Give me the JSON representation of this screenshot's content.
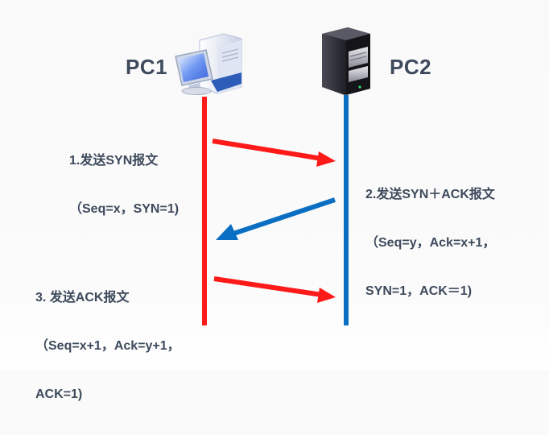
{
  "diagram": {
    "title": "TCP three-way handshake",
    "nodes": [
      {
        "id": "pc1",
        "label": "PC1",
        "icon": "desktop-computer-icon",
        "lifeline_color": "#ff1a1a"
      },
      {
        "id": "pc2",
        "label": "PC2",
        "icon": "server-tower-icon",
        "lifeline_color": "#0a6fc2"
      }
    ],
    "messages": [
      {
        "step": 1,
        "from": "pc1",
        "to": "pc2",
        "color": "#ff1a1a",
        "lines": [
          "1.发送SYN报文",
          "（Seq=x，SYN=1)"
        ]
      },
      {
        "step": 2,
        "from": "pc2",
        "to": "pc1",
        "color": "#0a6fc2",
        "lines": [
          "2.发送SYN＋ACK报文",
          "（Seq=y，Ack=x+1，",
          "SYN=1，ACK＝1)"
        ]
      },
      {
        "step": 3,
        "from": "pc1",
        "to": "pc2",
        "color": "#ff1a1a",
        "lines": [
          "3. 发送ACK报文",
          "（Seq=x+1，Ack=y+1，",
          "ACK=1)"
        ]
      }
    ]
  }
}
